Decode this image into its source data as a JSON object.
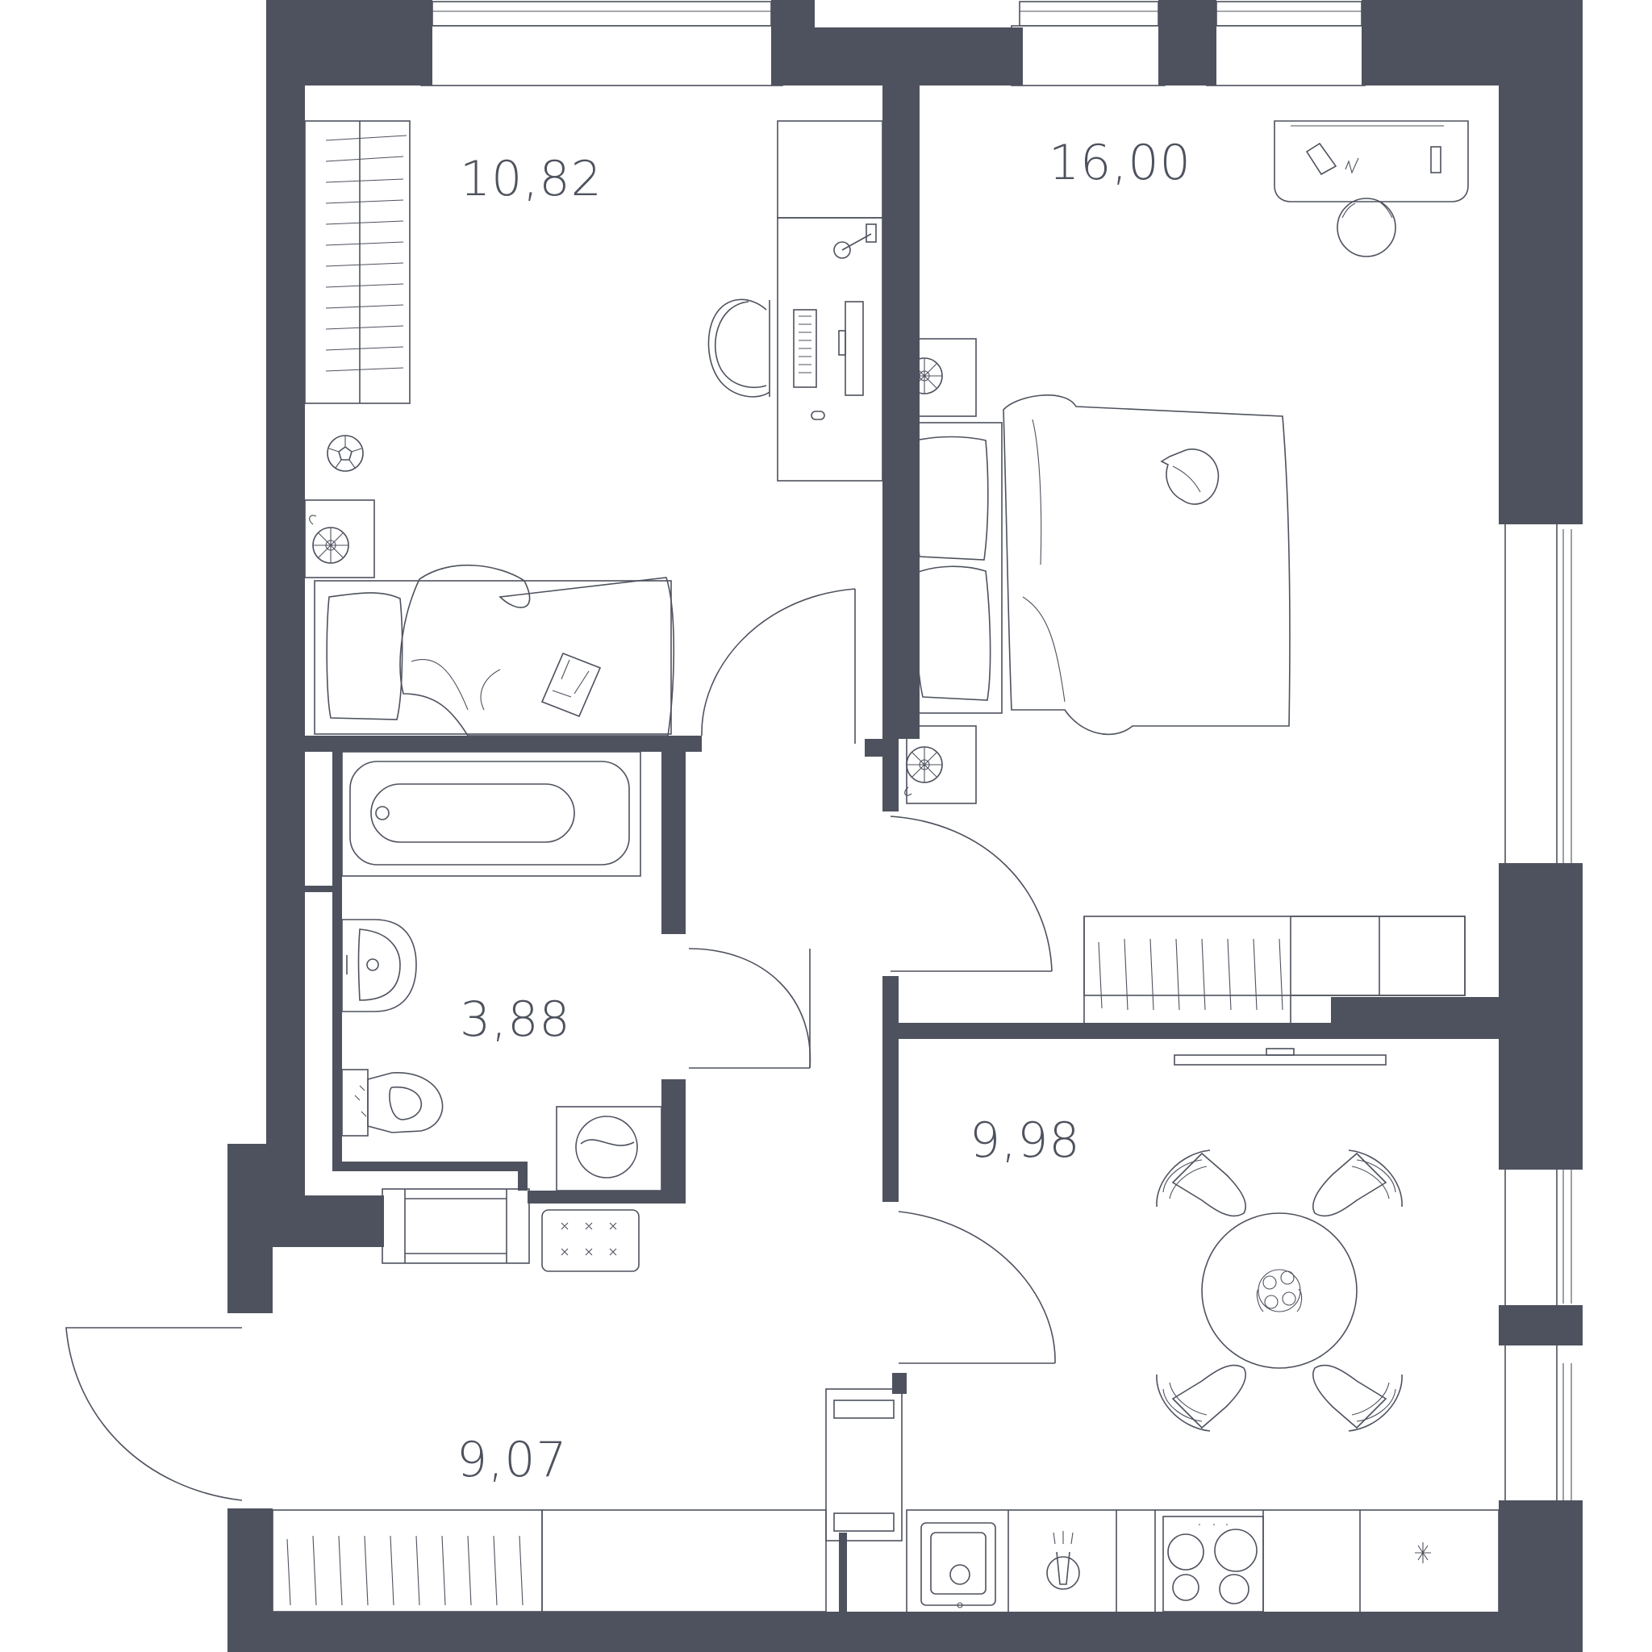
{
  "plan": {
    "wall_color": "#4e525e",
    "line_color": "#4e525e",
    "background_color": "#ffffff",
    "rooms": [
      {
        "id": "bedroom-small",
        "area_label": "10,82"
      },
      {
        "id": "bedroom-large",
        "area_label": "16,00"
      },
      {
        "id": "bathroom",
        "area_label": "3,88"
      },
      {
        "id": "kitchen",
        "area_label": "9,98"
      },
      {
        "id": "hallway",
        "area_label": "9,07"
      }
    ],
    "icons": [
      "wardrobe-icon",
      "desk-icon",
      "chair-icon",
      "keyboard-icon",
      "monitor-icon",
      "lamp-icon",
      "mouse-icon",
      "soccer-ball-icon",
      "nightstand-icon",
      "single-bed-icon",
      "book-icon",
      "double-bed-icon",
      "cat-icon",
      "vanity-desk-icon",
      "bathtub-icon",
      "washbasin-icon",
      "toilet-icon",
      "washing-machine-icon",
      "shoe-bench-icon",
      "doormat-icon",
      "tv-icon",
      "dining-table-icon",
      "flowers-icon",
      "dining-chair-icon",
      "sink-icon",
      "faucet-icon",
      "cooktop-icon",
      "fridge-icon",
      "kitchen-counter-icon",
      "door-swing-icon",
      "window-icon"
    ]
  }
}
